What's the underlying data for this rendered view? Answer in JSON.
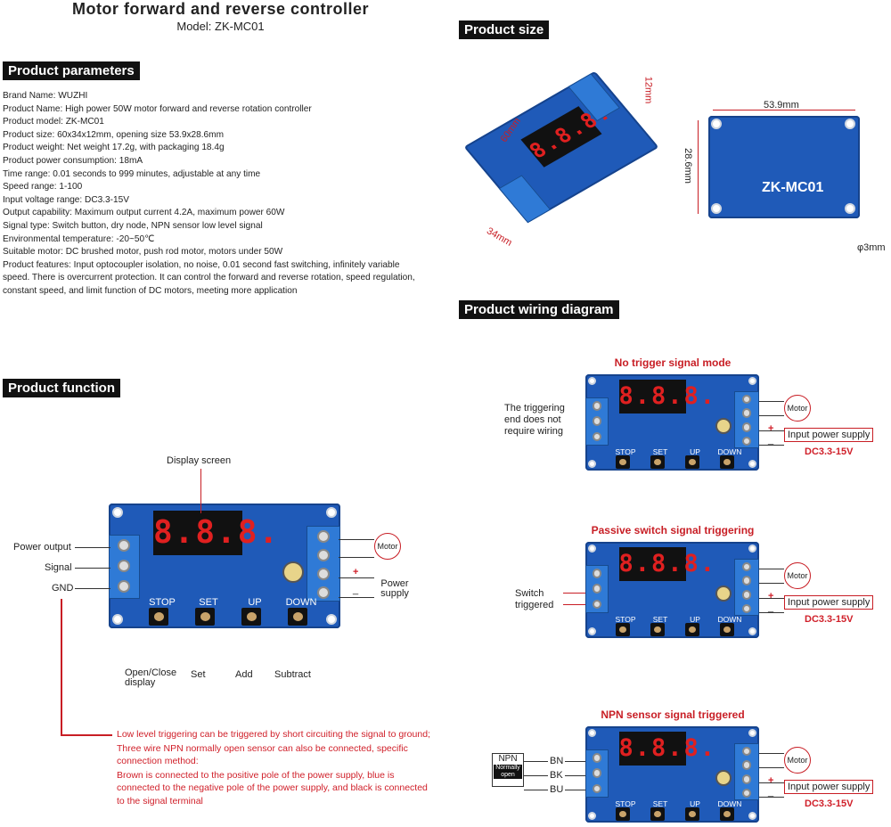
{
  "header": {
    "title": "Motor forward and reverse controller",
    "model": "Model:  ZK-MC01"
  },
  "sections": {
    "parameters": "Product parameters",
    "function": "Product function",
    "size": "Product size",
    "wiring": "Product wiring diagram"
  },
  "parameters": [
    "Brand Name: WUZHI",
    "Product Name: High power 50W motor forward and reverse rotation controller",
    "Product model: ZK-MC01",
    "Product size: 60x34x12mm, opening size 53.9x28.6mm",
    "Product weight: Net weight 17.2g, with packaging 18.4g",
    "Product power consumption: 18mA",
    "Time range: 0.01 seconds to 999 minutes, adjustable at any time",
    "Speed range: 1-100",
    "Input voltage range: DC3.3-15V",
    "Output capability:   Maximum output current 4.2A, maximum power 60W",
    "Signal type: Switch button, dry node, NPN sensor low level signal",
    "Environmental temperature: -20~50℃",
    "Suitable motor: DC brushed motor, push rod motor, motors under 50W",
    "Product features: Input optocoupler isolation, no noise, 0.01 second fast switching, infinitely variable speed. There is overcurrent protection. It can control the forward and reverse rotation, speed regulation, constant speed, and limit function of DC motors, meeting more application"
  ],
  "board": {
    "display": "8.8.8.",
    "buttons": [
      "STOP",
      "SET",
      "UP",
      "DOWN"
    ],
    "silk": "ZK-MC01"
  },
  "size": {
    "length": "60mm",
    "width": "34mm",
    "height": "12mm",
    "open_w": "53.9mm",
    "open_h": "28.6mm",
    "hole": "φ3mm"
  },
  "function": {
    "display_screen": "Display screen",
    "power_output": "Power output",
    "signal": "Signal",
    "gnd": "GND",
    "motor": "Motor",
    "plus": "+",
    "minus": "_",
    "power_supply": "Power supply",
    "btn_labels": [
      "Open/Close display",
      "Set",
      "Add",
      "Subtract"
    ]
  },
  "notes": [
    "Low level triggering can be triggered by short circuiting the signal to ground;",
    "Three wire NPN normally open sensor can also be connected, specific connection method:",
    "Brown is connected to the positive pole of the power supply, blue is connected to the negative pole of the power supply, and black is connected to the signal terminal"
  ],
  "wiring": [
    {
      "title": "No trigger signal mode",
      "left": "The triggering end does not require wiring"
    },
    {
      "title": "Passive switch signal triggering",
      "left": "Switch triggered"
    },
    {
      "title": "NPN sensor signal triggered",
      "npn": "NPN",
      "npn_sub": "Normally open",
      "wires": [
        "BN",
        "BK",
        "BU"
      ]
    }
  ],
  "wiring_common": {
    "motor": "Motor",
    "plus": "+",
    "minus": "_",
    "input": "Input power supply",
    "voltage": "DC3.3-15V"
  }
}
